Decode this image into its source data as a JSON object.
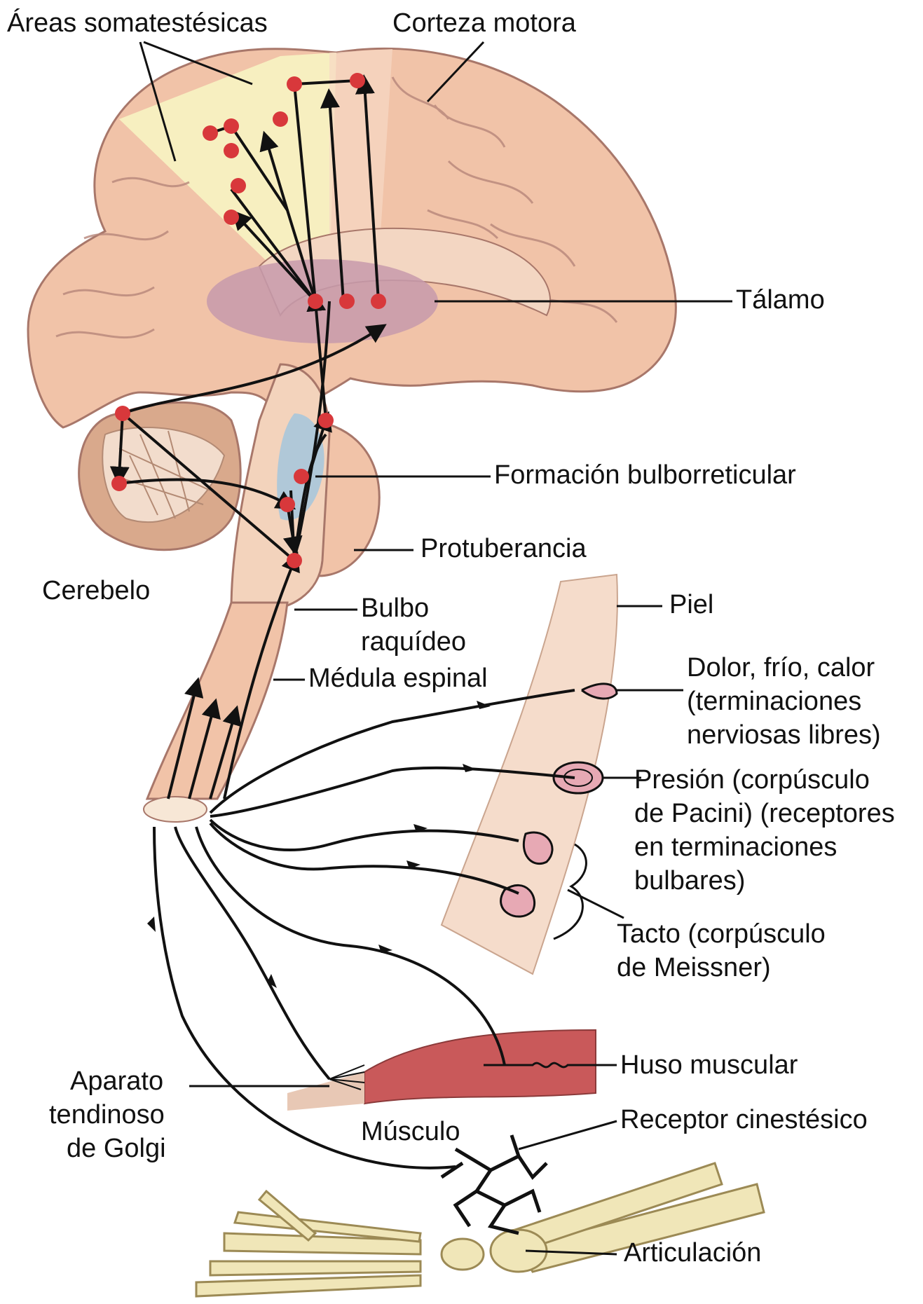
{
  "labels": {
    "areas_somatestesicas": "Áreas somatestésicas",
    "corteza_motora": "Corteza motora",
    "talamo": "Tálamo",
    "formacion_bulborreticular": "Formación bulborreticular",
    "protuberancia": "Protuberancia",
    "cerebelo": "Cerebelo",
    "bulbo_line1": "Bulbo",
    "bulbo_line2": "raquídeo",
    "medula_espinal": "Médula espinal",
    "piel": "Piel",
    "dolor_line1": "Dolor, frío, calor",
    "dolor_line2": "(terminaciones",
    "dolor_line3": "nerviosas libres)",
    "presion_line1": "Presión (corpúsculo",
    "presion_line2": "de Pacini) (receptores",
    "presion_line3": "en terminaciones",
    "presion_line4": "bulbares)",
    "tacto_line1": "Tacto (corpúsculo",
    "tacto_line2": "de Meissner)",
    "huso_muscular": "Huso muscular",
    "aparato_line1": "Aparato",
    "aparato_line2": "tendinoso",
    "aparato_line3": "de Golgi",
    "musculo": "Músculo",
    "receptor_cinestesico": "Receptor cinestésico",
    "articulacion": "Articulación"
  },
  "colors": {
    "brain": "#f1c3a8",
    "brain_outline": "#a8776a",
    "somatosensory_area": "#f7efc0",
    "thalamus": "#c79aab",
    "reticular_formation": "#a9c6da",
    "cerebellum": "#d9a98c",
    "skin": "#f5dccb",
    "muscle": "#c9595a",
    "bone": "#f0e6b8",
    "node": "#d8383b",
    "pathway": "#111111"
  }
}
